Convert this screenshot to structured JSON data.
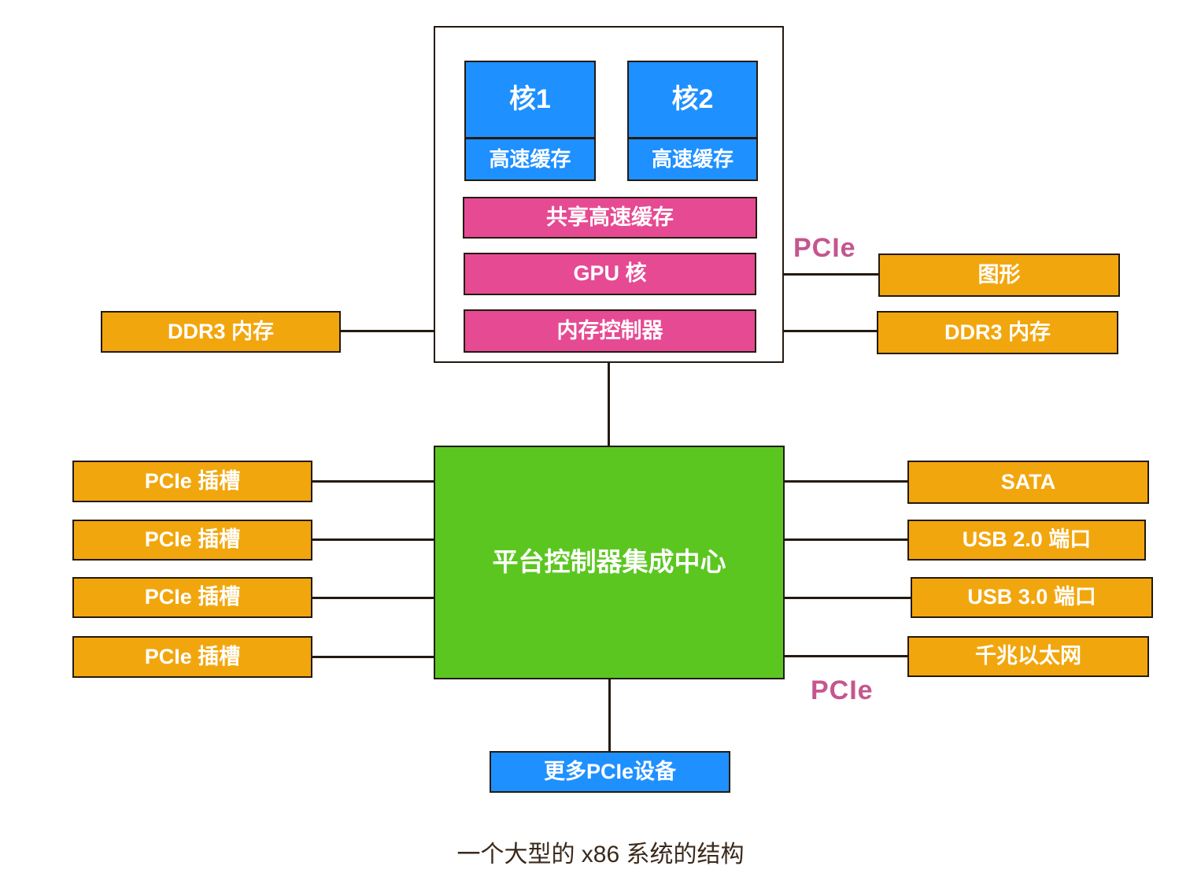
{
  "diagram": {
    "caption": "一个大型的 x86 系统的结构",
    "colors": {
      "core_blue": "#1e90ff",
      "cache_pink": "#e64a93",
      "peripheral_orange": "#f2a60d",
      "hub_green": "#5cc621",
      "pcie_text_pink": "#c4578d",
      "line_dark": "#241a10"
    },
    "cpu_package": {
      "core1": {
        "label": "核1",
        "cache_label": "高速缓存"
      },
      "core2": {
        "label": "核2",
        "cache_label": "高速缓存"
      },
      "shared_cache_label": "共享高速缓存",
      "gpu_core_label": "GPU 核",
      "memory_controller_label": "内存控制器"
    },
    "memory_left_label": "DDR3 内存",
    "memory_right_label": "DDR3 内存",
    "graphics_label": "图形",
    "pcie_label_top": "PCIe",
    "pcie_label_bottom": "PCIe",
    "hub_label": "平台控制器集成中心",
    "pcie_slots": [
      "PCIe 插槽",
      "PCIe 插槽",
      "PCIe 插槽",
      "PCIe 插槽"
    ],
    "right_ports": [
      "SATA",
      "USB 2.0 端口",
      "USB 3.0 端口",
      "千兆以太网"
    ],
    "more_pcie_label": "更多PCIe设备"
  }
}
